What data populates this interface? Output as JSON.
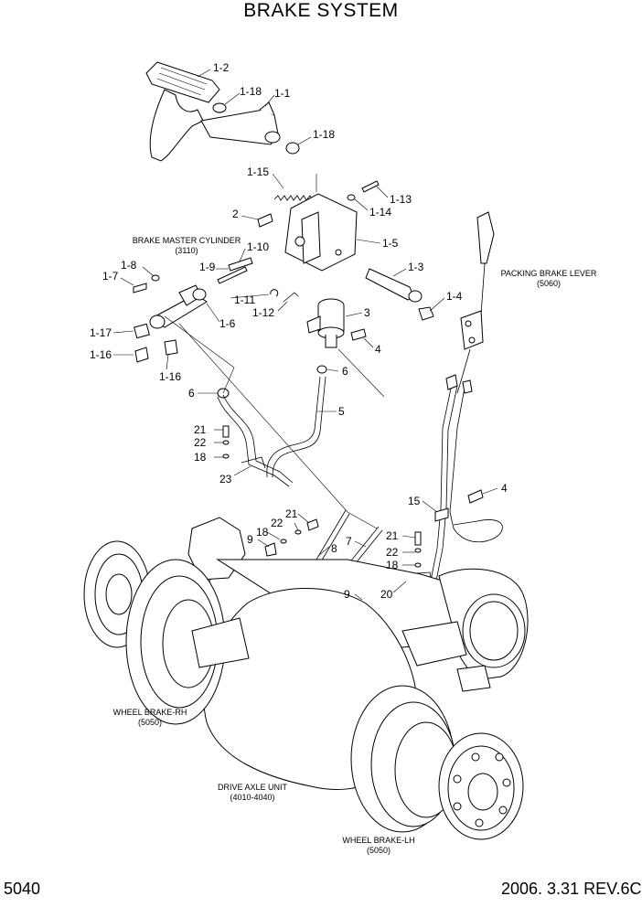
{
  "title": "BRAKE SYSTEM",
  "page_number": "5040",
  "revision": "2006. 3.31 REV.6C",
  "captions": {
    "master_cylinder": [
      "BRAKE MASTER CYLINDER",
      "(3110)"
    ],
    "parking_lever": [
      "PACKING BRAKE LEVER",
      "(5060)"
    ],
    "wheel_rh": [
      "WHEEL BRAKE-RH",
      "(5050)"
    ],
    "drive_axle": [
      "DRIVE AXLE UNIT",
      "(4010-4040)"
    ],
    "wheel_lh": [
      "WHEEL BRAKE-LH",
      "(5050)"
    ]
  },
  "labels": [
    "1-2",
    "1-18",
    "1-1",
    "1-18",
    "1-15",
    "1-13",
    "2",
    "1-14",
    "1-10",
    "1-5",
    "1-8",
    "1-9",
    "1-3",
    "1-7",
    "1-11",
    "1-12",
    "1-4",
    "1-6",
    "3",
    "1-17",
    "4",
    "1-16",
    "1-16",
    "6",
    "6",
    "5",
    "21",
    "22",
    "18",
    "23",
    "4",
    "15",
    "21",
    "22",
    "9",
    "18",
    "8",
    "7",
    "21",
    "22",
    "18",
    "9",
    "20"
  ]
}
